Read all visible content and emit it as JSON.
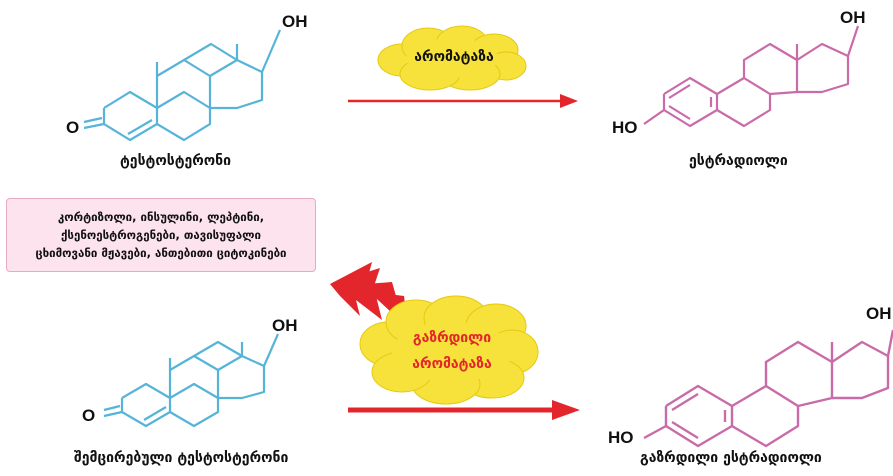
{
  "colors": {
    "testosterone": "#55b4d8",
    "estradiol": "#c96ba8",
    "arrow": "#e3262b",
    "cloud": "#f6e23a",
    "factor_box_bg": "#fde3ee",
    "increased_text": "#e3262b"
  },
  "top_row": {
    "testosterone": {
      "oh": "OH",
      "o": "O",
      "label": "ტესტოსტერონი"
    },
    "process": {
      "label": "არომატაზა"
    },
    "estradiol": {
      "oh": "OH",
      "ho": "HO",
      "label": "ესტრადიოლი"
    }
  },
  "factors": {
    "lines": [
      "კორტიზოლი, ინსულინი, ლეპტინი,",
      "ქსენოესტროგენები, თავისუფალი",
      "ცხიმოვანი მჟავები, ანთებითი ციტოკინები"
    ]
  },
  "bottom_row": {
    "testosterone": {
      "oh": "OH",
      "o": "O",
      "label": "შემცირებული ტესტოსტერონი"
    },
    "process": {
      "line1": "გაზრდილი",
      "line2": "არომატაზა"
    },
    "estradiol": {
      "oh": "OH",
      "ho": "HO",
      "label": "გაზრდილი ესტრადიოლი"
    }
  }
}
